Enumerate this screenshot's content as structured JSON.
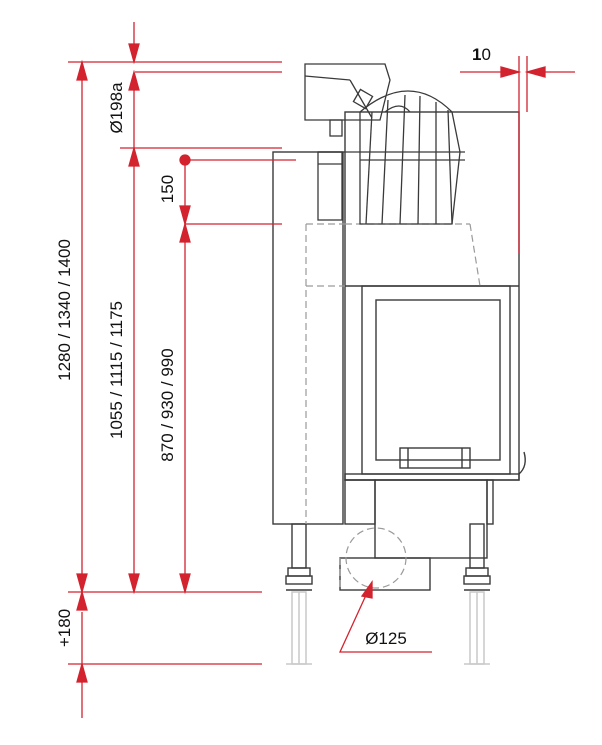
{
  "colors": {
    "dimension": "#d3232f",
    "outline": "#3a3a3a",
    "hidden": "#9a9a9a",
    "ghost": "#c9c9c9",
    "text": "#111111"
  },
  "labels": {
    "total_height": "1280 / 1340 / 1400",
    "flue_height": "1055 / 1115 / 1175",
    "door_height": "870 / 930 / 990",
    "top_offset": "150",
    "flue_diameter": "Ø198a",
    "extension": "+180",
    "inlet_diameter": "Ø125",
    "side_gap_bold": "1",
    "side_gap_rest": "0"
  }
}
